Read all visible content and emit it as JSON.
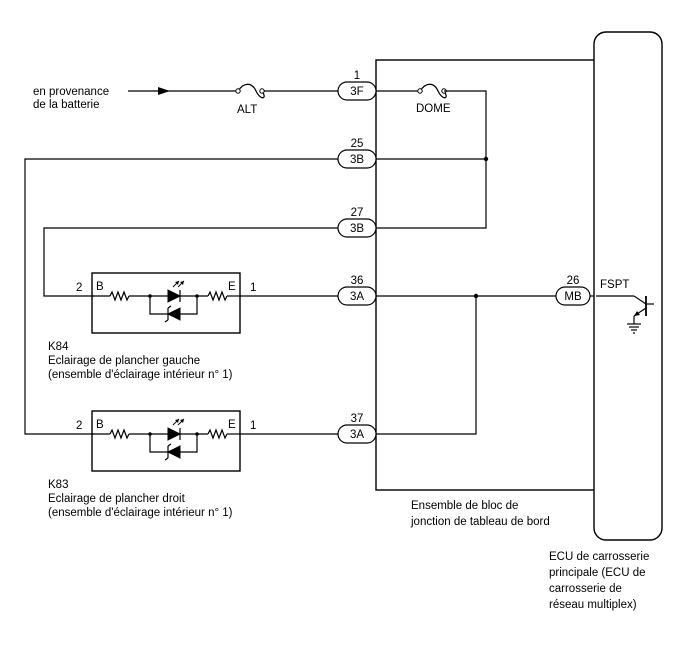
{
  "battery": {
    "line1": "en provenance",
    "line2": "de la batterie"
  },
  "fuses": {
    "alt": "ALT",
    "dome": "DOME"
  },
  "connectors": [
    {
      "pin": "1",
      "code": "3F"
    },
    {
      "pin": "25",
      "code": "3B"
    },
    {
      "pin": "27",
      "code": "3B"
    },
    {
      "pin": "36",
      "code": "3A"
    },
    {
      "pin": "37",
      "code": "3A"
    },
    {
      "pin": "26",
      "code": "MB"
    }
  ],
  "k84": {
    "id": "K84",
    "name": "Eclairage de plancher gauche",
    "desc": "(ensemble d'éclairage intérieur n° 1)",
    "pin_b_num": "2",
    "pin_b": "B",
    "pin_e": "E",
    "pin_e_num": "1"
  },
  "k83": {
    "id": "K83",
    "name": "Eclairage de plancher droit",
    "desc": "(ensemble d'éclairage intérieur n° 1)",
    "pin_b_num": "2",
    "pin_b": "B",
    "pin_e": "E",
    "pin_e_num": "1"
  },
  "junction_block": {
    "line1": "Ensemble de bloc de",
    "line2": "jonction de tableau de bord"
  },
  "ecu": {
    "signal": "FSPT",
    "line1": "ECU de carrosserie",
    "line2": "principale (ECU de",
    "line3": "carrosserie de",
    "line4": "réseau multiplex)"
  }
}
